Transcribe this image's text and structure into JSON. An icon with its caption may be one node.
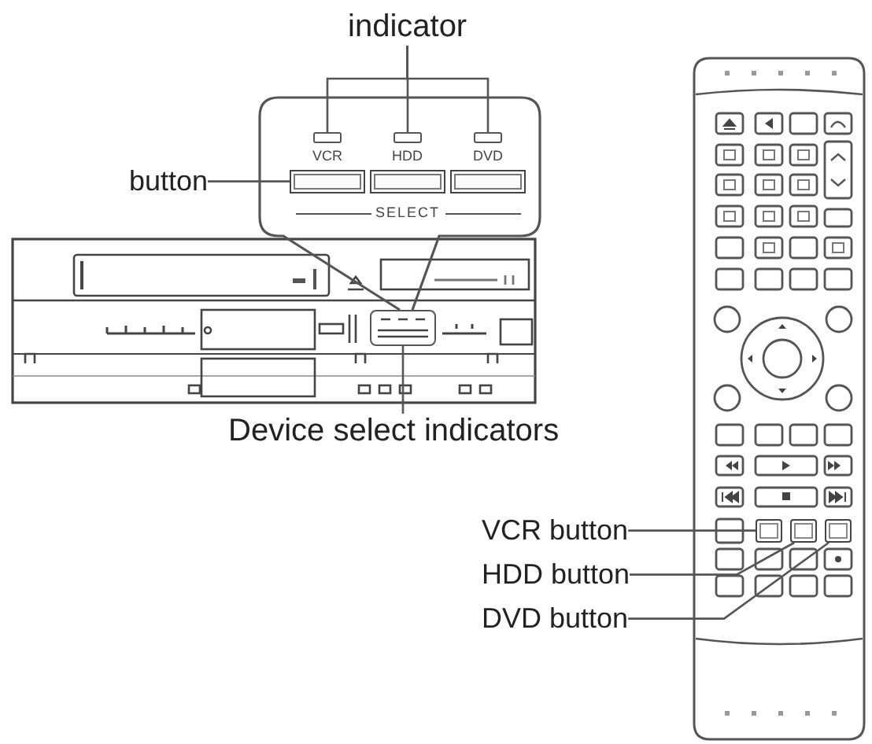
{
  "diagram": {
    "nodes": [
      {
        "text": [
          "indicator"
        ]
      },
      {
        "text": [],
        "shape": "box"
      },
      {
        "text": [],
        "shape": "box"
      },
      {
        "text": [],
        "shape": "box"
      },
      {
        "text": [
          "button"
        ]
      },
      {
        "text": [],
        "shape": "box"
      },
      {
        "text": [],
        "shape": "box"
      },
      {
        "text": [],
        "shape": "box"
      },
      {
        "text": [],
        "shape": "box"
      },
      {
        "text": [
          "Device select indicators"
        ]
      },
      {
        "text": [
          "VCR button"
        ]
      },
      {
        "text": [],
        "shape": "box"
      },
      {
        "text": [
          "HDD button"
        ]
      },
      {
        "text": [],
        "shape": "box"
      },
      {
        "text": [
          "DVD button"
        ]
      },
      {
        "text": [],
        "shape": "box"
      }
    ],
    "edges": [
      {
        "from": 0,
        "to": 1,
        "arrow": "none"
      },
      {
        "from": 0,
        "to": 2,
        "arrow": "none"
      },
      {
        "from": 0,
        "to": 3,
        "arrow": "none"
      },
      {
        "from": 4,
        "to": 5,
        "arrow": "none"
      },
      {
        "from": 9,
        "to": 8,
        "arrow": "none"
      },
      {
        "from": 10,
        "to": 11,
        "arrow": "none"
      },
      {
        "from": 12,
        "to": 13,
        "arrow": "none"
      },
      {
        "from": 14,
        "to": 15,
        "arrow": "none"
      }
    ],
    "labels": [
      "VCR",
      "HDD",
      "DVD",
      "SELECT"
    ]
  }
}
